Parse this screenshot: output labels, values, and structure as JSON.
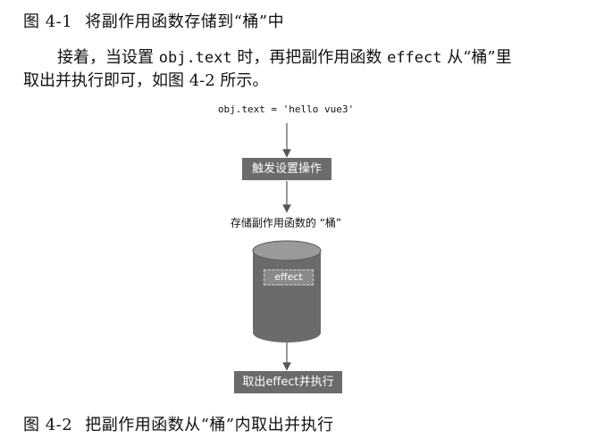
{
  "figure_top": {
    "number": "图 4-1",
    "title": "将副作用函数存储到“桶”中"
  },
  "paragraph": {
    "part1": "接着，当设置 ",
    "code1": "obj.text",
    "part2": " 时，再把副作用函数 ",
    "code2": "effect",
    "part3": " 从“桶”里",
    "line2": "取出并执行即可，如图 4-2 所示。"
  },
  "diagram": {
    "code_label": "obj.text = 'hello vue3'",
    "step1": "触发设置操作",
    "store_label": "存储副作用函数的 “桶”",
    "bucket_item": "effect",
    "step2": "取出effect并执行",
    "colors": {
      "box": "#6b6b6b",
      "bucket_body": "#6b6b6b",
      "bucket_top": "#9a9a9a",
      "arrow": "#555555"
    }
  },
  "figure_bottom": {
    "number": "图 4-2",
    "title": "把副作用函数从“桶”内取出并执行"
  }
}
